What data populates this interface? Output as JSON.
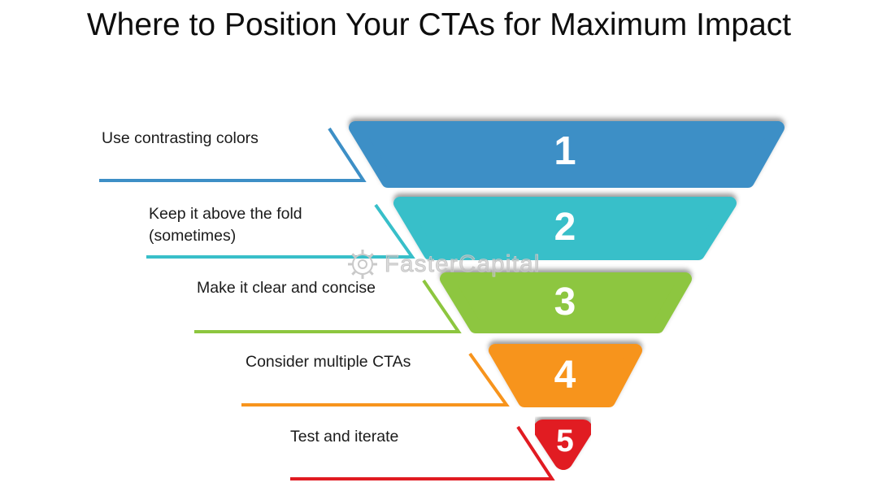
{
  "title": "Where to Position Your CTAs for Maximum Impact",
  "watermark": {
    "icon": "gear-icon",
    "text": "FasterCapital"
  },
  "funnel": {
    "type": "funnel",
    "segments": [
      {
        "rank": "1",
        "label": "Use contrasting colors",
        "color": "#3D8FC6"
      },
      {
        "rank": "2",
        "label": "Keep it above the fold\n(sometimes)",
        "color": "#38BFC9"
      },
      {
        "rank": "3",
        "label": "Make it clear and concise",
        "color": "#8DC63F"
      },
      {
        "rank": "4",
        "label": "Consider multiple CTAs",
        "color": "#F7941D"
      },
      {
        "rank": "5",
        "label": "Test and iterate",
        "color": "#E11B22"
      }
    ]
  }
}
